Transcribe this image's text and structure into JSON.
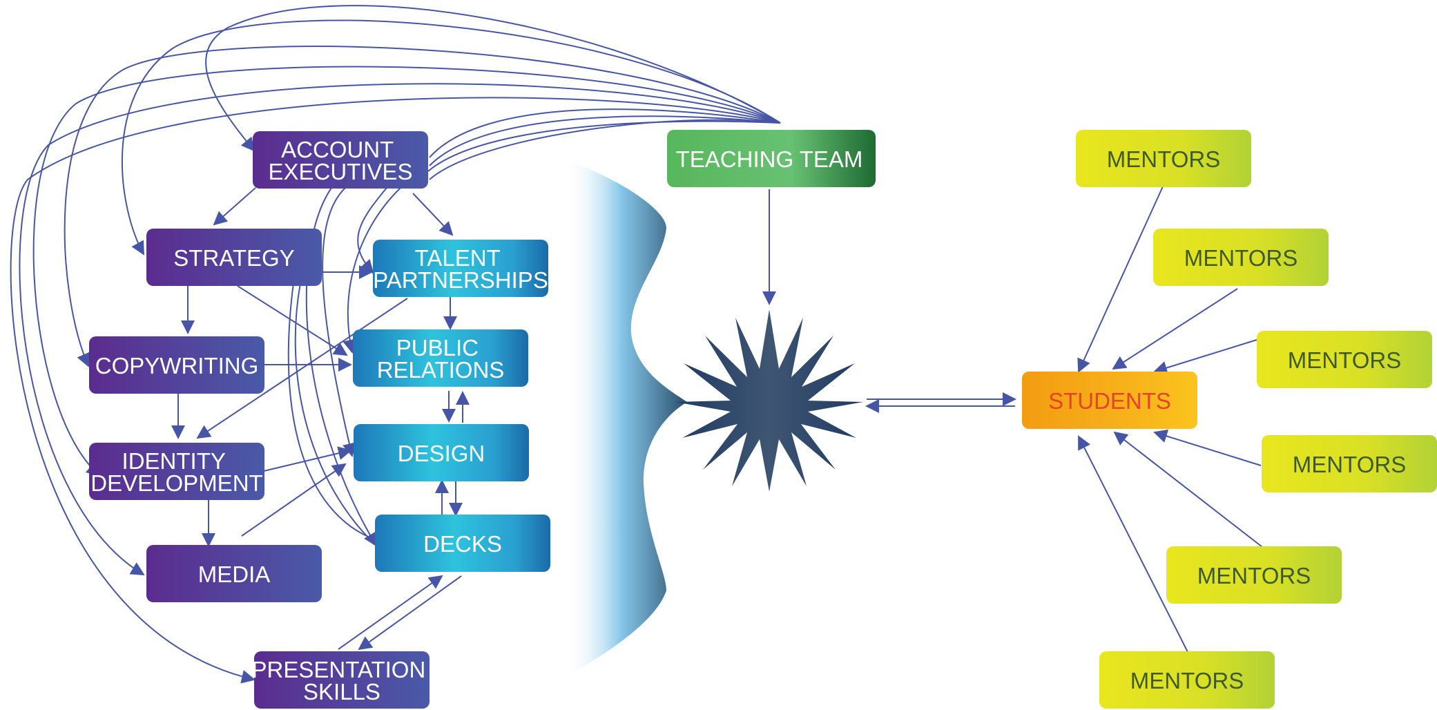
{
  "nodes": {
    "account_executives": [
      "ACCOUNT",
      "EXECUTIVES"
    ],
    "strategy": [
      "STRATEGY"
    ],
    "talent_partnerships": [
      "TALENT",
      "PARTNERSHIPS"
    ],
    "copywriting": [
      "COPYWRITING"
    ],
    "public_relations": [
      "PUBLIC",
      "RELATIONS"
    ],
    "identity_development": [
      "IDENTITY",
      "DEVELOPMENT"
    ],
    "design": [
      "DESIGN"
    ],
    "media": [
      "MEDIA"
    ],
    "decks": [
      "DECKS"
    ],
    "presentation_skills": [
      "PRESENTATION",
      "SKILLS"
    ],
    "teaching_team": [
      "TEACHING TEAM"
    ],
    "students": [
      "STUDENTS"
    ],
    "mentors": [
      "MENTORS",
      "MENTORS",
      "MENTORS",
      "MENTORS",
      "MENTORS",
      "MENTORS"
    ]
  },
  "colors": {
    "purple_dark": "#5a2d91",
    "purple_light": "#4a58a8",
    "cyan_dark": "#1a6fb0",
    "cyan_light": "#2ec0dc",
    "green": "#5dbb63",
    "green_dark": "#1f6e35",
    "yellow": "#e6e51f",
    "yellow_green": "#b4d335",
    "orange": "#f39c12",
    "students_text": "#e8412c",
    "mentor_text": "#3f5a2a",
    "connector": "#3d4c99",
    "star": "#2e3e5c",
    "brace_dark": "#2c4f6e",
    "brace_light": "#7dc3e8"
  }
}
